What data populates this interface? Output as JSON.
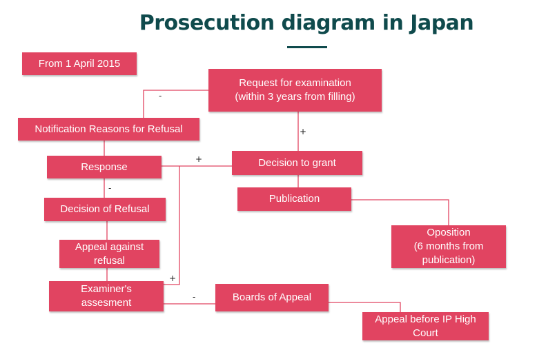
{
  "title": "Prosecution diagram in Japan",
  "accent_color": "#e14461",
  "title_color": "#0f4a4c",
  "boxes": {
    "from_date": "From 1 April 2015",
    "request_line1": "Request for examination",
    "request_line2": "(within 3 years from filling)",
    "notification": "Notification Reasons for Refusal",
    "response": "Response",
    "decision_grant": "Decision to grant",
    "publication": "Publication",
    "decision_refusal": "Decision of Refusal",
    "opposition_line1": "Oposition",
    "opposition_line2": "(6 months from",
    "opposition_line3": "publication)",
    "appeal_refusal_line1": "Appeal against",
    "appeal_refusal_line2": "refusal",
    "examiner_line1": "Examiner's",
    "examiner_line2": "assesment",
    "boards": "Boards of Appeal",
    "ip_court_line1": "Appeal before IP High",
    "ip_court_line2": "Court"
  },
  "edge_labels": {
    "request_to_notification": "-",
    "request_to_grant": "+",
    "response_to_grant": "+",
    "response_to_refusal": "-",
    "examiner_to_grant": "+",
    "examiner_to_boards": "-"
  }
}
